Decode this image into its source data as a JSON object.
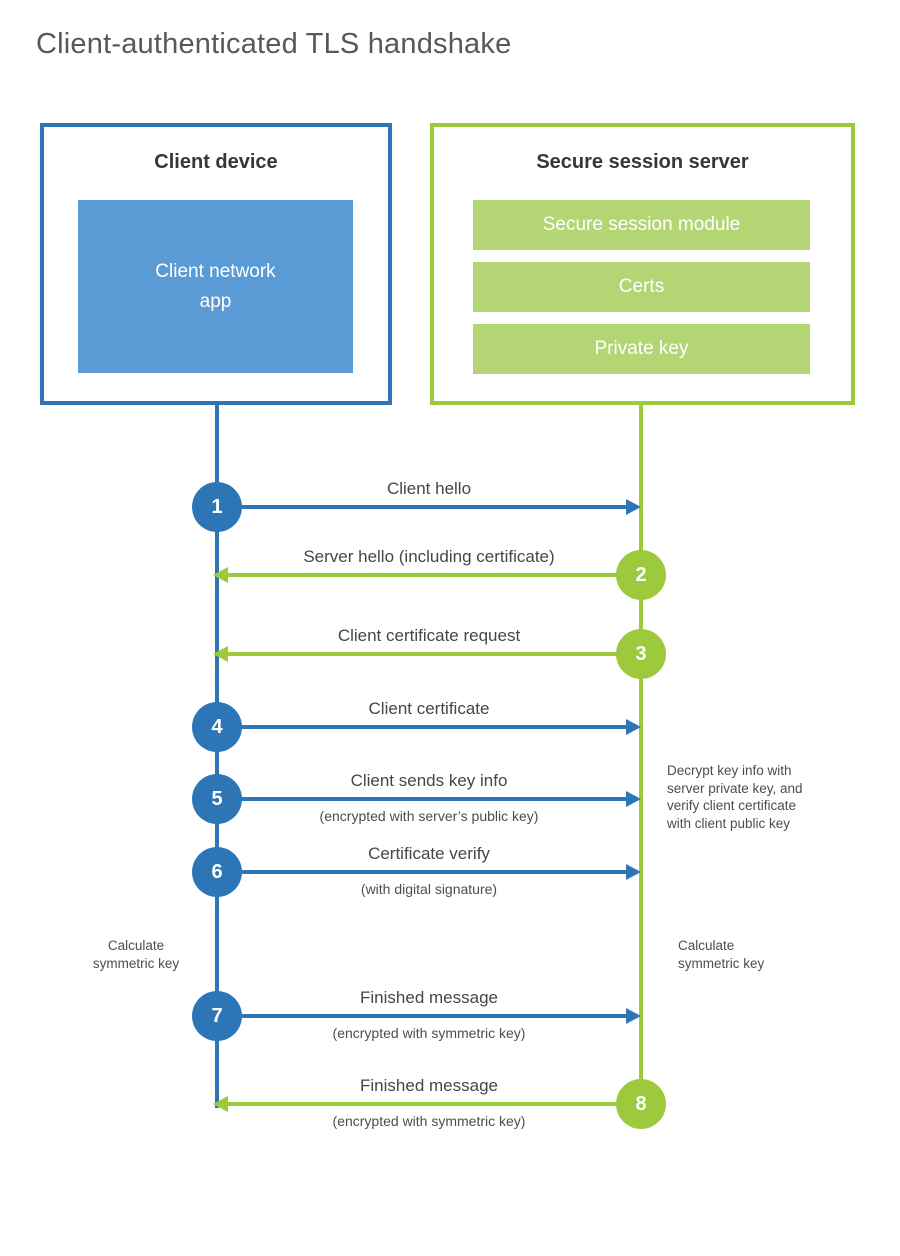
{
  "title": "Client-authenticated TLS handshake",
  "colors": {
    "blue": "#2e75b6",
    "blue_light": "#5b9bd5",
    "green": "#9dca3c",
    "green_light": "#b3d573"
  },
  "client": {
    "title": "Client device",
    "app_label": "Client network\napp"
  },
  "server": {
    "title": "Secure session server",
    "modules": [
      "Secure session module",
      "Certs",
      "Private key"
    ]
  },
  "steps": [
    {
      "num": 1,
      "direction": "right",
      "color": "blue",
      "label": "Client hello"
    },
    {
      "num": 2,
      "direction": "left",
      "color": "green",
      "label": "Server hello (including certificate)"
    },
    {
      "num": 3,
      "direction": "left",
      "color": "green",
      "label": "Client certificate request"
    },
    {
      "num": 4,
      "direction": "right",
      "color": "blue",
      "label": "Client certificate"
    },
    {
      "num": 5,
      "direction": "right",
      "color": "blue",
      "label": "Client sends key info",
      "sub": "(encrypted with server’s public key)"
    },
    {
      "num": 6,
      "direction": "right",
      "color": "blue",
      "label": "Certificate verify",
      "sub": "(with digital signature)"
    },
    {
      "num": 7,
      "direction": "right",
      "color": "blue",
      "label": "Finished message",
      "sub": "(encrypted with symmetric key)"
    },
    {
      "num": 8,
      "direction": "left",
      "color": "green",
      "label": "Finished message",
      "sub": "(encrypted with symmetric key)"
    }
  ],
  "notes": {
    "decrypt": "Decrypt key info with\nserver private key, and\nverify client certificate\nwith client public key",
    "calc_left": "Calculate\nsymmetric key",
    "calc_right": "Calculate\nsymmetric key"
  }
}
